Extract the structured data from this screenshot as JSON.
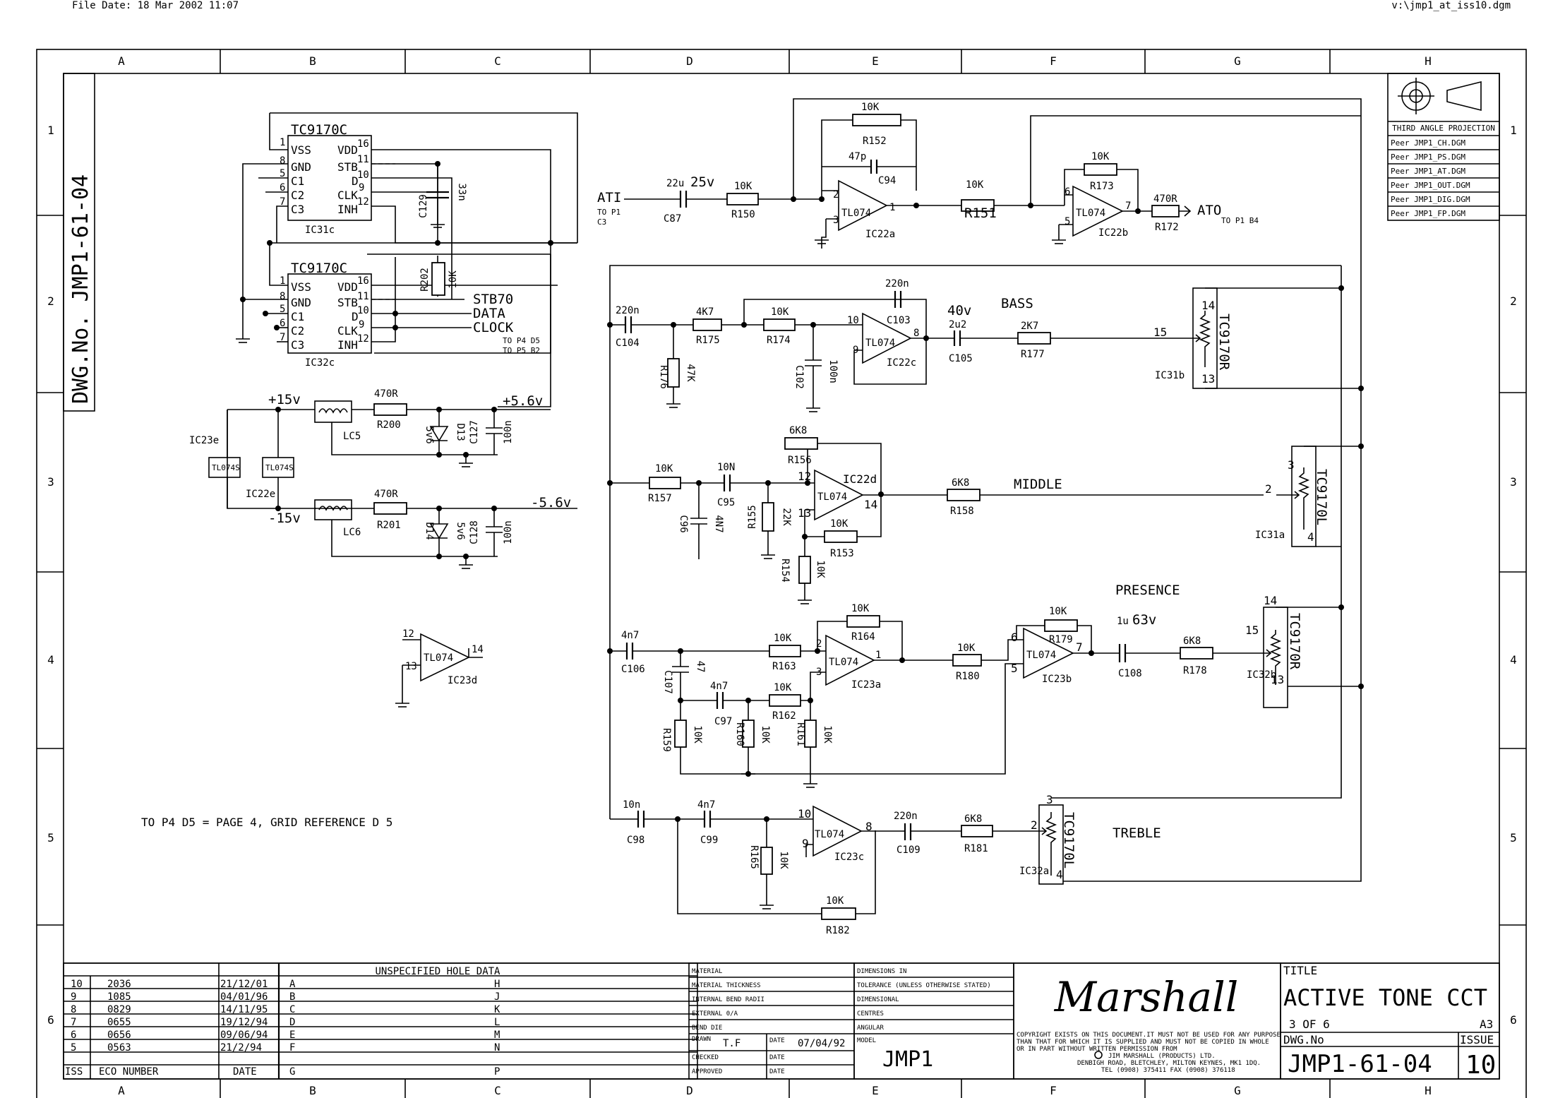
{
  "header": {
    "file_date": "File Date: 18 Mar 2002 11:07",
    "file_path": "v:\\jmp1_at_iss10.dgm"
  },
  "grid": {
    "columns": [
      "A",
      "B",
      "C",
      "D",
      "E",
      "F",
      "G",
      "H"
    ],
    "rows": [
      "1",
      "2",
      "3",
      "4",
      "5",
      "6"
    ]
  },
  "dwg_vertical": "DWG.No.  JMP1-61-04",
  "projection": {
    "label": "THIRD ANGLE PROJECTION",
    "refs": [
      "Peer JMP1_CH.DGM",
      "Peer JMP1_PS.DGM",
      "Peer JMP1_AT.DGM",
      "Peer JMP1_OUT.DGM",
      "Peer JMP1_DIG.DGM",
      "Peer JMP1_FP.DGM"
    ]
  },
  "note": "TO P4 D5  = PAGE 4, GRID REFERENCE D 5",
  "labels": {
    "ati": "ATI",
    "ati_ref1": "TO P1",
    "ati_ref2": "C3",
    "ato": "ATO",
    "ato_ref": "TO P1 B4",
    "stb70": "STB70",
    "data": "DATA",
    "clock": "CLOCK",
    "top_ref1": "TO P4 D5",
    "top_ref2": "TO P5 B2",
    "bass": "BASS",
    "middle": "MIDDLE",
    "presence": "PRESENCE",
    "treble": "TREBLE",
    "plus15": "+15v",
    "minus15": "-15v",
    "plus56": "+5.6v",
    "minus56": "-5.6v"
  },
  "ic": {
    "tc1": "TC9170C",
    "ic31c": "IC31c",
    "tc2": "TC9170C",
    "ic32c": "IC32c",
    "tl": "TL074",
    "ic22a": "IC22a",
    "ic22b": "IC22b",
    "ic22c": "IC22c",
    "ic22d": "IC22d",
    "ic23a": "IC23a",
    "ic23b": "IC23b",
    "ic23c": "IC23c",
    "ic23d": "IC23d",
    "ic23e": "IC23e",
    "ic22e": "IC22e",
    "tls": "TL074S",
    "pot_r": "TC9170R",
    "pot_l": "TC9170L",
    "ic31b": "IC31b",
    "ic31a": "IC31a",
    "ic32b": "IC32b",
    "ic32a": "IC32a",
    "lc5": "LC5",
    "lc6": "LC6",
    "d13": "D13",
    "d14": "D14"
  },
  "pins": {
    "vss": "VSS",
    "vdd": "VDD",
    "gnd": "GND",
    "stb": "STB",
    "c1": "C1",
    "d": "D",
    "c2": "C2",
    "clk": "CLK",
    "c3": "C3",
    "inh": "INH"
  },
  "parts": {
    "r152v": "10K",
    "r152": "R152",
    "c94v": "47p",
    "c94": "C94",
    "c87v": "22u",
    "c87v2": "25v",
    "c87": "C87",
    "r150v": "10K",
    "r150": "R150",
    "r151v": "10K",
    "r151": "R151",
    "r173v": "10K",
    "r173": "R173",
    "r172v": "470R",
    "r172": "R172",
    "c129v": "33n",
    "c129": "C129",
    "r202v": "10K",
    "r202": "R202",
    "c103v": "220n",
    "c103": "C103",
    "c104v": "220n",
    "c104": "C104",
    "r175v": "4K7",
    "r175": "R175",
    "r174v": "10K",
    "r174": "R174",
    "r176v": "47K",
    "r176": "R176",
    "c102v": "100n",
    "c102": "C102",
    "c105v": "40v",
    "c105v2": "2u2",
    "c105": "C105",
    "r177v": "2K7",
    "r177": "R177",
    "r200v": "470R",
    "r200": "R200",
    "d13v": "5v6",
    "c127v": "100n",
    "c127": "C127",
    "r201v": "470R",
    "r201": "R201",
    "d14v": "5v6",
    "c128v": "100n",
    "c128": "C128",
    "r156v": "6K8",
    "r156": "R156",
    "r157v": "10K",
    "r157": "R157",
    "c95v": "10N",
    "c95": "C95",
    "c96v": "4N7",
    "c96": "C96",
    "r155v": "22K",
    "r155": "R155",
    "r153v": "10K",
    "r153": "R153",
    "r154v": "10K",
    "r154": "R154",
    "r158v": "6K8",
    "r158": "R158",
    "r164v": "10K",
    "r164": "R164",
    "c106v": "4n7",
    "c106": "C106",
    "c107v": "47",
    "c107": "C107",
    "r163v": "10K",
    "r163": "R163",
    "c97v": "4n7",
    "c97": "C97",
    "r162v": "10K",
    "r162": "R162",
    "r159v": "10K",
    "r159": "R159",
    "r160v": "10K",
    "r160": "R160",
    "r161v": "10K",
    "r161": "R161",
    "r180v": "10K",
    "r180": "R180",
    "r179v": "10K",
    "r179": "R179",
    "c108v": "1u",
    "c108v2": "63v",
    "c108": "C108",
    "r178v": "6K8",
    "r178": "R178",
    "c98v": "10n",
    "c98": "C98",
    "c99v": "4n7",
    "c99": "C99",
    "r165v": "10K",
    "r165": "R165",
    "c109v": "220n",
    "c109": "C109",
    "r181v": "6K8",
    "r181": "R181",
    "r182v": "10K",
    "r182": "R182"
  },
  "revision_table": {
    "rows": [
      {
        "iss": "10",
        "eco": "2036",
        "date": "21/12/01",
        "a": "A",
        "b": "H"
      },
      {
        "iss": "9",
        "eco": "1085",
        "date": "04/01/96",
        "a": "B",
        "b": "J"
      },
      {
        "iss": "8",
        "eco": "0829",
        "date": "14/11/95",
        "a": "C",
        "b": "K"
      },
      {
        "iss": "7",
        "eco": "0655",
        "date": "19/12/94",
        "a": "D",
        "b": "L"
      },
      {
        "iss": "6",
        "eco": "0656",
        "date": "09/06/94",
        "a": "E",
        "b": "M"
      },
      {
        "iss": "5",
        "eco": "0563",
        "date": "21/2/94",
        "a": "F",
        "b": "N"
      }
    ],
    "footer": {
      "iss": "ISS",
      "eco": "ECO NUMBER",
      "date": "DATE",
      "a": "G",
      "b": "P"
    },
    "hole_title": "UNSPECIFIED HOLE DATA"
  },
  "material_block": {
    "material": "MATERIAL",
    "thickness": "MATERIAL THICKNESS",
    "bend_radii": "INTERNAL BEND RADII",
    "external": "EXTERNAL 0/A",
    "bend_die": "BEND DIE",
    "drawn": "DRAWN",
    "drawn_by": "T.F",
    "date_label": "DATE",
    "drawn_date": "07/04/92",
    "checked": "CHECKED",
    "approved": "APPROVED",
    "model_label": "MODEL",
    "model": "JMP1"
  },
  "dimensions_block": {
    "dims": "DIMENSIONS IN",
    "tolerance": "TOLERANCE (UNLESS OTHERWISE STATED)",
    "dimensional": "DIMENSIONAL",
    "centres": "CENTRES",
    "angular": "ANGULAR"
  },
  "company": {
    "logo": "Marshall",
    "copyright1": "COPYRIGHT EXISTS ON THIS DOCUMENT.IT MUST NOT BE USED FOR ANY PURPOSE",
    "copyright2": "THAN THAT FOR WHICH IT IS SUPPLIED AND MUST NOT BE COPIED  IN WHOLE",
    "copyright3": "OR IN PART WITHOUT WRITTEN PERMISSION FROM",
    "name": "JIM MARSHALL (PRODUCTS) LTD.",
    "address": "DENBIGH ROAD, BLETCHLEY, MILTON KEYNES, MK1 1DQ.",
    "tel": "TEL (0908) 375411 FAX (0908) 376118"
  },
  "title_block": {
    "title_label": "TITLE",
    "title": "ACTIVE TONE CCT",
    "sheet": "3 OF 6",
    "size": "A3",
    "dwg_label": "DWG.No",
    "dwg_no": "JMP1-61-04",
    "issue_label": "ISSUE",
    "issue": "10"
  }
}
